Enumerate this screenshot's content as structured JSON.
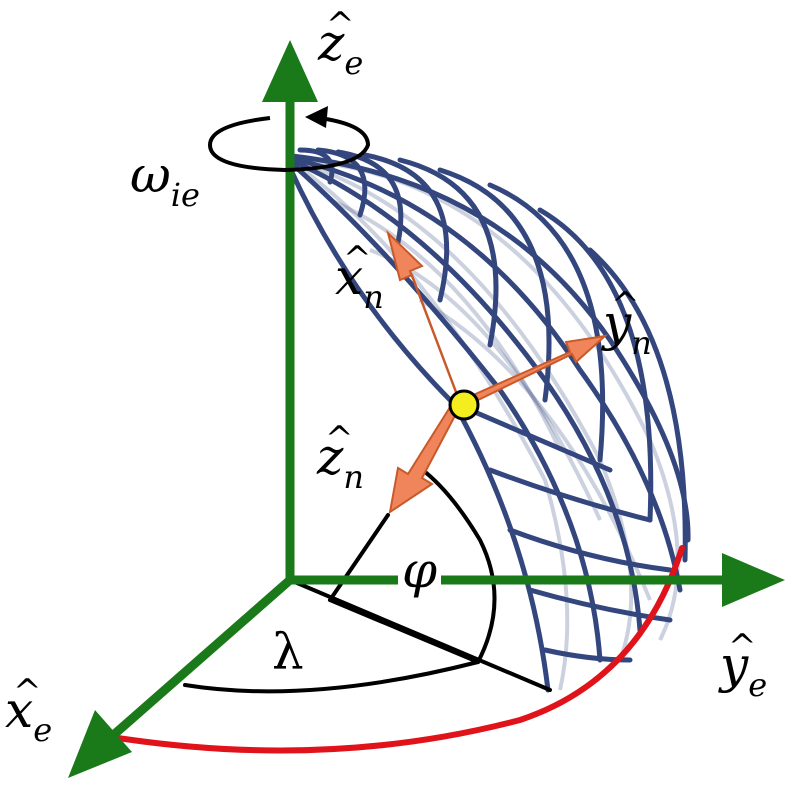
{
  "labels": {
    "ze": {
      "base": "z",
      "sub": "e"
    },
    "ye": {
      "base": "y",
      "sub": "e"
    },
    "xe": {
      "base": "x",
      "sub": "e"
    },
    "xn": {
      "base": "x",
      "sub": "n"
    },
    "yn": {
      "base": "y",
      "sub": "n"
    },
    "zn": {
      "base": "z",
      "sub": "n"
    },
    "omega": {
      "base": "ω",
      "sub": "ie"
    },
    "phi": "φ",
    "lambda": "λ"
  },
  "colors": {
    "earth_axes": "#1a7a1a",
    "nav_axes": "#f0845a",
    "nav_axes_edge": "#c85a2a",
    "mesh": "#34467e",
    "equator_arc": "#e0121a",
    "origin_point": "#f4ee1e",
    "construction": "#000000"
  }
}
